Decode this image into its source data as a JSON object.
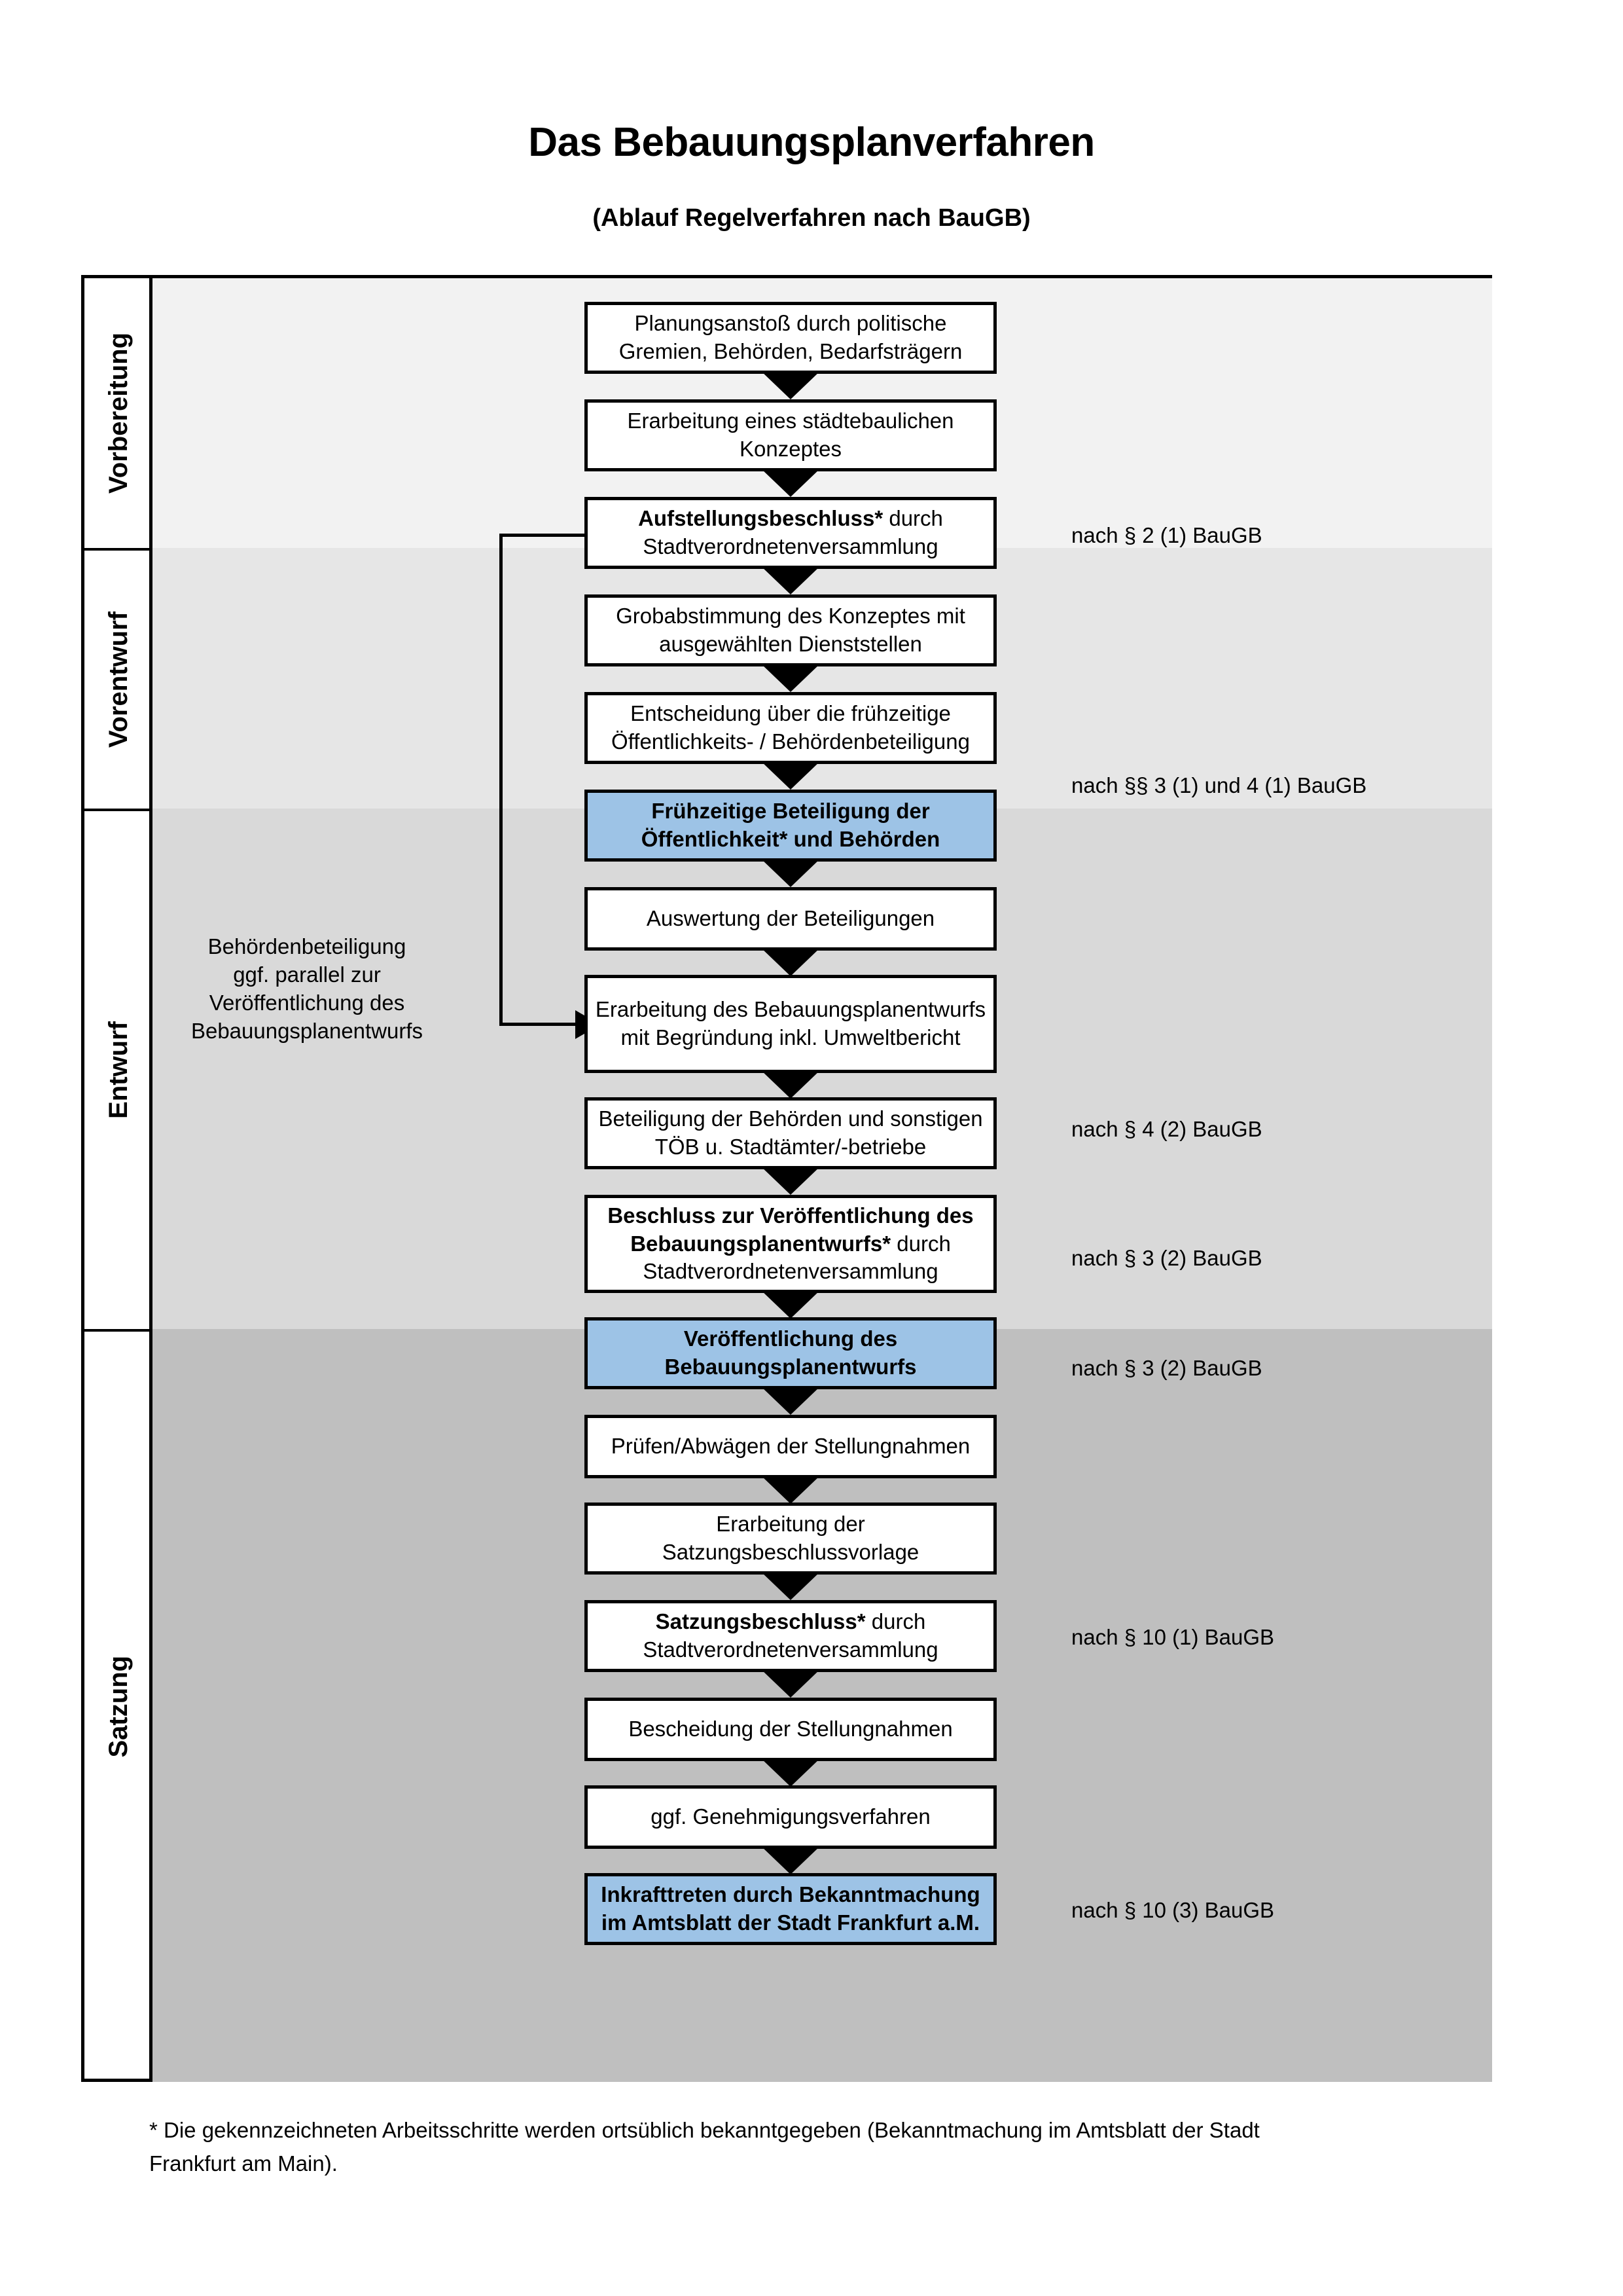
{
  "header": {
    "title": "Das Bebauungsplanverfahren",
    "subtitle": "(Ablauf Regelverfahren nach BauGB)"
  },
  "colors": {
    "highlight_blue": "#9DC3E6",
    "band_vorbereitung": "#F2F2F2",
    "band_vorentwurf": "#E6E6E6",
    "band_entwurf": "#D9D9D9",
    "band_satzung": "#BFBFBF",
    "border": "#000000"
  },
  "phases": [
    {
      "label": "Vorbereitung"
    },
    {
      "label": "Vorentwurf"
    },
    {
      "label": "Entwurf"
    },
    {
      "label": "Satzung"
    }
  ],
  "steps": [
    {
      "id": "planungsanstoss",
      "phase": "Vorbereitung",
      "text": "Planungsanstoß durch politische Gremien, Behörden, Bedarfsträgern",
      "bold_prefix": "",
      "highlighted": false
    },
    {
      "id": "staedtebauliches-konzept",
      "phase": "Vorbereitung",
      "text": "Erarbeitung eines städtebaulichen Konzeptes",
      "bold_prefix": "",
      "highlighted": false
    },
    {
      "id": "aufstellungsbeschluss",
      "phase": "Vorbereitung",
      "text": "Aufstellungsbeschluss* durch Stadtverordnetenversammlung",
      "bold_prefix": "Aufstellungsbeschluss*",
      "bold_rest": " durch Stadtverordnetenversammlung",
      "highlighted": false
    },
    {
      "id": "grobabstimmung",
      "phase": "Vorentwurf",
      "text": "Grobabstimmung des Konzeptes mit ausgewählten Dienststellen",
      "bold_prefix": "",
      "highlighted": false
    },
    {
      "id": "entscheidung-fruehzeitige",
      "phase": "Vorentwurf",
      "text": "Entscheidung über die frühzeitige Öffentlichkeits- / Behördenbeteiligung",
      "bold_prefix": "",
      "highlighted": false
    },
    {
      "id": "fruehzeitige-beteiligung",
      "phase": "Vorentwurf",
      "text": "Frühzeitige Beteiligung der Öffentlichkeit* und Behörden",
      "bold_prefix": "",
      "highlighted": true
    },
    {
      "id": "auswertung-beteiligungen",
      "phase": "Entwurf",
      "text": "Auswertung der Beteiligungen",
      "bold_prefix": "",
      "highlighted": false
    },
    {
      "id": "erarbeitung-bplanentwurf",
      "phase": "Entwurf",
      "text": "Erarbeitung des Bebauungsplanentwurfs mit Begründung inkl. Umweltbericht",
      "bold_prefix": "",
      "highlighted": false
    },
    {
      "id": "beteiligung-behoerden-toeb",
      "phase": "Entwurf",
      "text": "Beteiligung der Behörden und sonstigen TÖB u. Stadtämter/-betriebe",
      "bold_prefix": "",
      "highlighted": false
    },
    {
      "id": "beschluss-veroeffentlichung",
      "phase": "Entwurf",
      "text": "Beschluss zur Veröffentlichung des Bebauungsplanentwurfs* durch Stadtverordnetenversammlung",
      "bold_prefix": "Beschluss zur Veröffentlichung des Bebauungsplanentwurfs*",
      "bold_rest": " durch Stadtverordnetenversammlung",
      "highlighted": false
    },
    {
      "id": "veroeffentlichung-bplanentwurf",
      "phase": "Entwurf",
      "text": "Veröffentlichung des Bebauungsplanentwurfs",
      "bold_prefix": "",
      "highlighted": true
    },
    {
      "id": "pruefen-abwaegen",
      "phase": "Satzung",
      "text": "Prüfen/Abwägen der Stellungnahmen",
      "bold_prefix": "",
      "highlighted": false
    },
    {
      "id": "satzungsbeschlussvorlage",
      "phase": "Satzung",
      "text": "Erarbeitung der Satzungsbeschlussvorlage",
      "bold_prefix": "",
      "highlighted": false
    },
    {
      "id": "satzungsbeschluss",
      "phase": "Satzung",
      "text": "Satzungsbeschluss* durch Stadtverordnetenversammlung",
      "bold_prefix": "Satzungsbeschluss*",
      "bold_rest": " durch Stadtverordnetenversammlung",
      "highlighted": false
    },
    {
      "id": "bescheidung-stellungnahmen",
      "phase": "Satzung",
      "text": "Bescheidung der Stellungnahmen",
      "bold_prefix": "",
      "highlighted": false
    },
    {
      "id": "genehmigungsverfahren",
      "phase": "Satzung",
      "text": "ggf. Genehmigungsverfahren",
      "bold_prefix": "",
      "highlighted": false
    },
    {
      "id": "inkrafttreten",
      "phase": "Satzung",
      "text": "Inkrafttreten durch Bekanntmachung im Amtsblatt der Stadt Frankfurt a.M.",
      "bold_prefix": "Inkrafttreten",
      "bold_rest": " durch Bekanntmachung im Amtsblatt der Stadt Frankfurt a.M.",
      "highlighted": true
    }
  ],
  "legal_refs": [
    {
      "id": "ref-par2-1",
      "text": "nach § 2 (1) BauGB"
    },
    {
      "id": "ref-par3-1-4-1",
      "text": "nach §§ 3 (1) und 4 (1) BauGB"
    },
    {
      "id": "ref-par4-2",
      "text": "nach § 4 (2) BauGB"
    },
    {
      "id": "ref-par3-2-a",
      "text": "nach § 3 (2) BauGB"
    },
    {
      "id": "ref-par3-2-b",
      "text": "nach § 3 (2) BauGB"
    },
    {
      "id": "ref-par10-1",
      "text": "nach § 10 (1) BauGB"
    },
    {
      "id": "ref-par10-3",
      "text": "nach § 10 (3) BauGB"
    }
  ],
  "annotation": {
    "line1": "Behördenbeteiligung",
    "line2": "ggf. parallel zur",
    "line3": "Veröffentlichung des",
    "line4": "Bebauungsplanentwurfs"
  },
  "footnote": {
    "line1": "* Die gekennzeichneten Arbeitsschritte werden ortsüblich bekanntgegeben (Bekanntmachung im Amtsblatt  der Stadt",
    "line2": "Frankfurt am Main)."
  }
}
